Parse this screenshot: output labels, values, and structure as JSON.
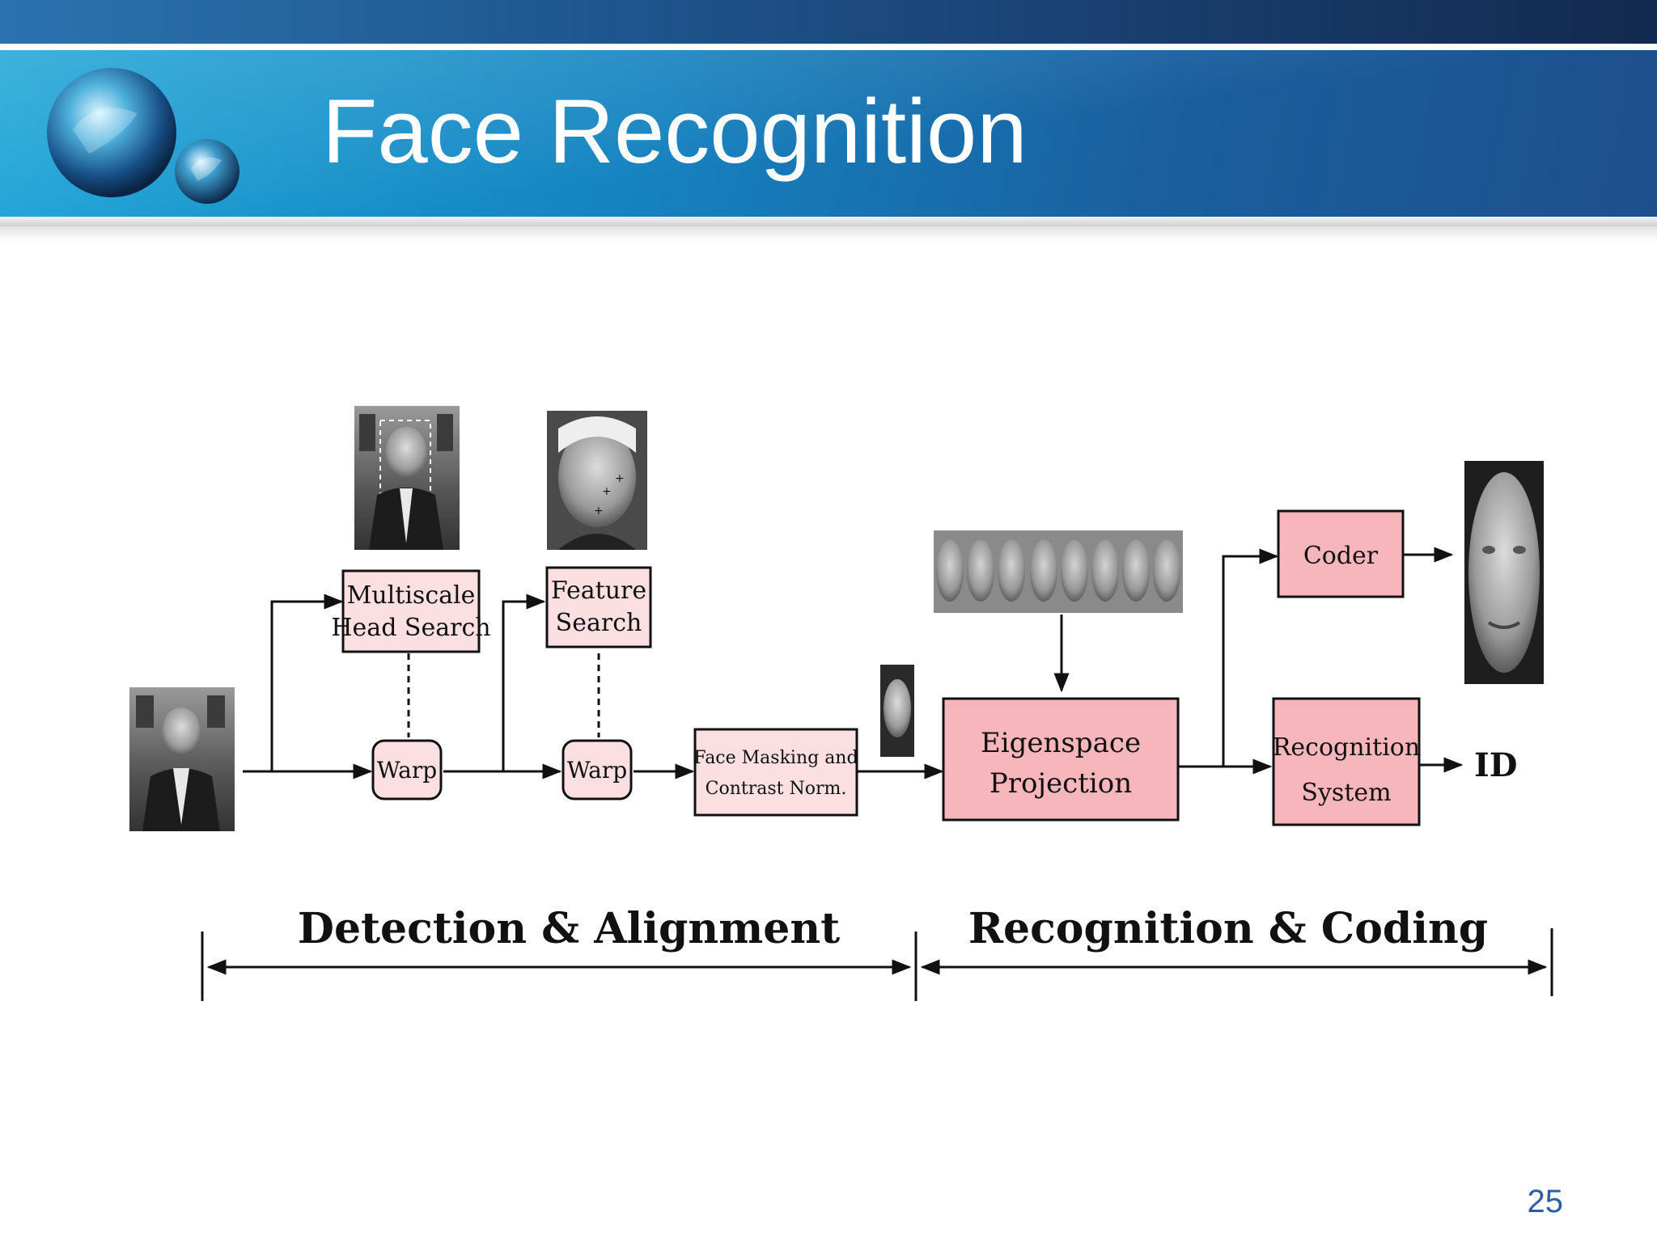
{
  "slide": {
    "title": "Face Recognition",
    "page_number": "25"
  },
  "diagram": {
    "boxes": {
      "head_search": [
        "Multiscale",
        "Head Search"
      ],
      "feature_search": [
        "Feature",
        "Search"
      ],
      "warp_1": "Warp",
      "warp_2": "Warp",
      "face_masking": [
        "Face Masking and",
        "Contrast Norm."
      ],
      "eigenspace": [
        "Eigenspace",
        "Projection"
      ],
      "coder": "Coder",
      "recognition_system": [
        "Recognition",
        "System"
      ]
    },
    "output_label": "ID",
    "stages": {
      "detection": "Detection & Alignment",
      "recognition": "Recognition & Coding"
    },
    "images": {
      "input_photo": "man-in-suit-photo",
      "head_search_photo": "man-in-suit-photo",
      "feature_photo": "face-closeup-photo",
      "normalized_face": "normalized-face-thumbnail",
      "eigenfaces": "eigenfaces-strip",
      "reconstructed_face": "reconstructed-face-image"
    },
    "colors": {
      "box_fill": "#f7b6bb",
      "box_fill_light": "#fbdfe1",
      "line": "#111111"
    }
  }
}
